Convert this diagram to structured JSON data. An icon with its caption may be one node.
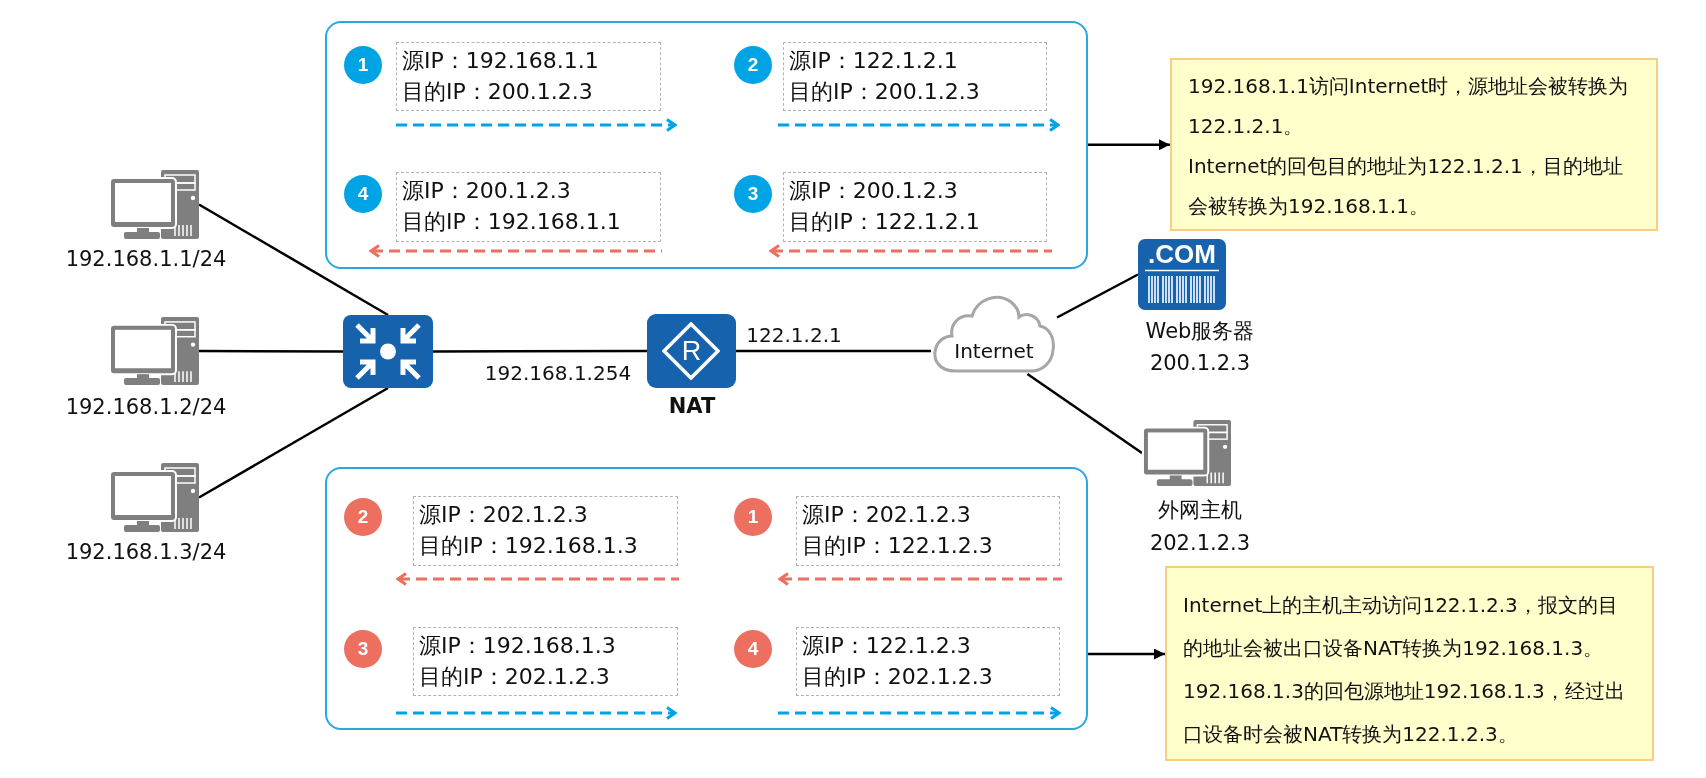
{
  "diagram": {
    "nodes": [
      {
        "text": [],
        "shape": "picture",
        "beside": [
          "192.168.1.1/24"
        ]
      },
      {
        "text": [],
        "shape": "picture",
        "beside": [
          "192.168.1.2/24"
        ]
      },
      {
        "text": [],
        "shape": "picture",
        "beside": [
          "192.168.1.3/24"
        ]
      },
      {
        "text": [],
        "shape": "picture"
      },
      {
        "text": [
          "R"
        ],
        "beside": [
          "NAT"
        ]
      },
      {
        "text": [
          "Internet"
        ]
      },
      {
        "text": [
          ".COM"
        ],
        "beside": [
          "Web服务器",
          "200.1.2.3"
        ]
      },
      {
        "text": [],
        "shape": "picture",
        "beside": [
          "外网主机",
          "202.1.2.3"
        ]
      },
      {
        "text": [],
        "shape": "box"
      },
      {
        "text": [
          "1"
        ],
        "in": 8
      },
      {
        "text": [
          "源IP：192.168.1.1",
          "目的IP：200.1.2.3"
        ],
        "in": 8
      },
      {
        "text": [
          "2"
        ],
        "in": 8
      },
      {
        "text": [
          "源IP：122.1.2.1",
          "目的IP：200.1.2.3"
        ],
        "in": 8
      },
      {
        "text": [
          "4"
        ],
        "in": 8
      },
      {
        "text": [
          "源IP：200.1.2.3",
          "目的IP：192.168.1.1"
        ],
        "in": 8
      },
      {
        "text": [
          "3"
        ],
        "in": 8
      },
      {
        "text": [
          "源IP：200.1.2.3",
          "目的IP：122.1.2.1"
        ],
        "in": 8
      },
      {
        "text": [
          "192.168.1.1访问Internet时，源地址会被转换为122.1.2.1。",
          "Internet的回包目的地址为122.1.2.1，目的地址会被转换为192.168.1.1。"
        ]
      },
      {
        "text": [],
        "shape": "box"
      },
      {
        "text": [
          "2"
        ],
        "in": 18
      },
      {
        "text": [
          "源IP：202.1.2.3",
          "目的IP：192.168.1.3"
        ],
        "in": 18
      },
      {
        "text": [
          "1"
        ],
        "in": 18
      },
      {
        "text": [
          "源IP：202.1.2.3",
          "目的IP：122.1.2.3"
        ],
        "in": 18
      },
      {
        "text": [
          "3"
        ],
        "in": 18
      },
      {
        "text": [
          "源IP：192.168.1.3",
          "目的IP：202.1.2.3"
        ],
        "in": 18
      },
      {
        "text": [
          "4"
        ],
        "in": 18
      },
      {
        "text": [
          "源IP：122.1.2.3",
          "目的IP：202.1.2.3"
        ],
        "in": 18
      },
      {
        "text": [
          "Internet上的主机主动访问122.1.2.3，报文的目的地址会被出口设备NAT转换为192.168.1.3。",
          "192.168.1.3的回包源地址192.168.1.3，经过出口设备时会被NAT转换为122.1.2.3。"
        ]
      }
    ],
    "edges": [
      {
        "from": 0,
        "to": 3,
        "arrow": "none"
      },
      {
        "from": 1,
        "to": 3,
        "arrow": "none"
      },
      {
        "from": 2,
        "to": 3,
        "arrow": "none"
      },
      {
        "from": 3,
        "to": 4,
        "arrow": "none",
        "label": "192.168.1.254"
      },
      {
        "from": 4,
        "to": 5,
        "arrow": "none",
        "label": "122.1.2.1"
      },
      {
        "from": 5,
        "to": 6,
        "arrow": "none"
      },
      {
        "from": 5,
        "to": 7,
        "arrow": "none"
      },
      {
        "from": 8,
        "to": 17,
        "arrow": "to"
      },
      {
        "from": 18,
        "to": 27,
        "arrow": "to"
      }
    ]
  }
}
